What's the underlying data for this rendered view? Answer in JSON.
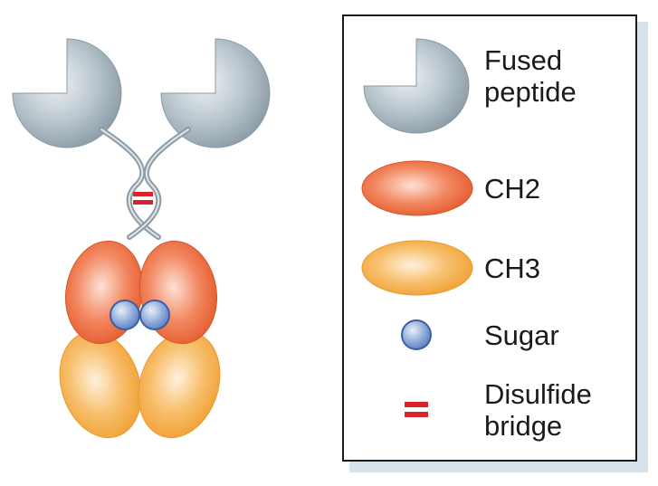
{
  "legend": {
    "items": [
      {
        "key": "fused_peptide",
        "lines": [
          "Fused",
          "peptide"
        ],
        "color": "#a9b8c1"
      },
      {
        "key": "ch2",
        "lines": [
          "CH2"
        ],
        "color": "#ec6a3e"
      },
      {
        "key": "ch3",
        "lines": [
          "CH3"
        ],
        "color": "#f4a640"
      },
      {
        "key": "sugar",
        "lines": [
          "Sugar"
        ],
        "color": "#7f9ed2"
      },
      {
        "key": "disulfide_bridge",
        "lines": [
          "Disulfide",
          "bridge"
        ],
        "color": "#d8242c"
      }
    ]
  }
}
